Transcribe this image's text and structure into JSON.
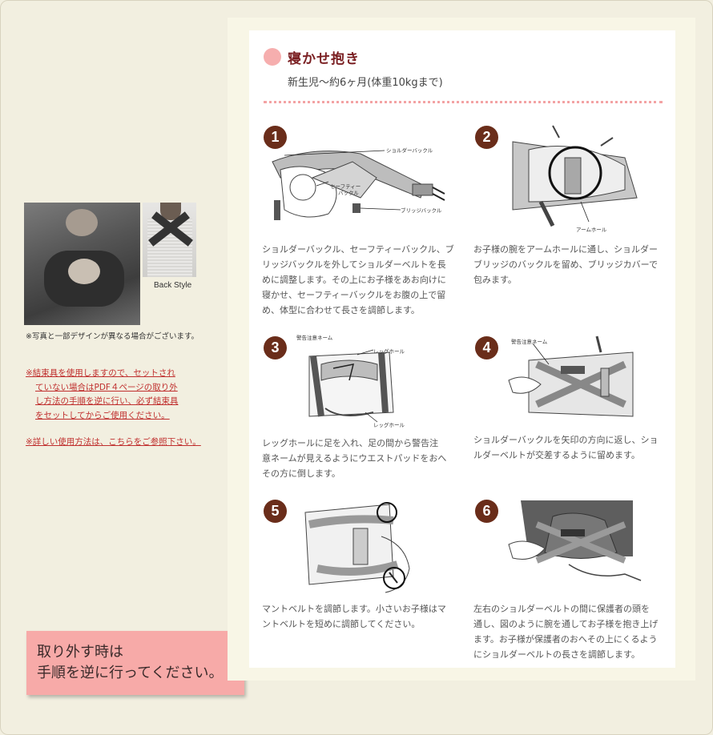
{
  "photo_note": "※写真と一部デザインが異なる場合がございます。",
  "back_style_label": "Back Style",
  "notes": {
    "binder_lines": [
      "※結束具を使用しますので、セットされ",
      "ていない場合はPDF４ページの取り外",
      "し方法の手順を逆に行い、必ず結束具",
      "をセットしてからご使用ください。"
    ],
    "details": "※詳しい使用方法は、こちらをご参照下さい。"
  },
  "callout": "取り外す時は\n手順を逆に行ってください。",
  "section": {
    "title": "寝かせ抱き",
    "subtitle": "新生児〜約6ヶ月(体重10kgまで)"
  },
  "steps": [
    {
      "number": "1",
      "labels": [
        "ショルダーバックル",
        "セーフティー",
        "バックル",
        "ブリッジバックル"
      ],
      "text_lines": [
        "ショルダーバックル、セーフティーバックル、ブ",
        "リッジバックルを外してショルダーベルトを長",
        "めに調整します。その上にお子様をあお向けに",
        "寝かせ、セーフティーバックルをお腹の上で留",
        "め、体型に合わせて長さを調節します。"
      ]
    },
    {
      "number": "2",
      "labels": [
        "アームホール"
      ],
      "text_lines": [
        "お子様の腕をアームホールに通し、ショルダー",
        "ブリッジのバックルを留め、ブリッジカバーで",
        "包みます。"
      ]
    },
    {
      "number": "3",
      "labels": [
        "警告注意ネーム",
        "レッグホール",
        "レッグホール"
      ],
      "text_lines": [
        "レッグホールに足を入れ、足の間から警告注",
        "意ネームが見えるようにウエストパッドをおへ",
        "その方に倒します。"
      ]
    },
    {
      "number": "4",
      "labels": [
        "警告注意ネーム"
      ],
      "text_lines": [
        "ショルダーバックルを矢印の方向に返し、ショ",
        "ルダーベルトが交差するように留めます。"
      ]
    },
    {
      "number": "5",
      "labels": [],
      "text_lines": [
        "マントベルトを調節します。小さいお子様はマ",
        "ントベルトを短めに調節してください。"
      ]
    },
    {
      "number": "6",
      "labels": [],
      "text_lines": [
        "左右のショルダーベルトの間に保護者の頭を",
        "通し、図のように腕を通してお子様を抱き上げ",
        "ます。お子様が保護者のおへその上にくるよう",
        "にショルダーベルトの長さを調節します。"
      ]
    }
  ],
  "colors": {
    "background": "#f2efe0",
    "accent_pink": "#f6aeae",
    "title_brown": "#7a1f22",
    "step_badge": "#6a2d1a",
    "note_red": "#c0302f",
    "callout_bg": "#f7aaa8"
  }
}
